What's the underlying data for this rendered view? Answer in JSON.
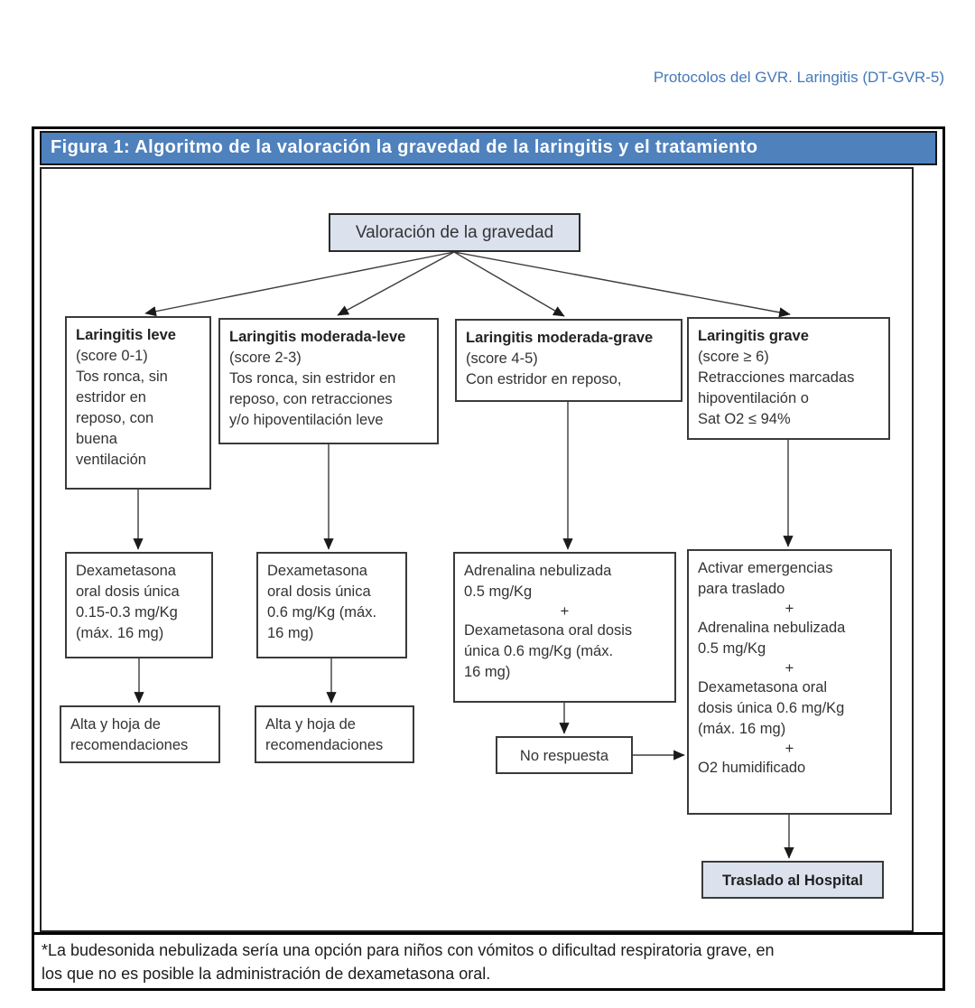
{
  "colors": {
    "title_bar_bg": "#4f81bd",
    "header_text_blue": "#4579b8",
    "highlight_box_fill": "#dbe2ee"
  },
  "page_header": "Protocolos del GVR. Laringitis (DT-GVR-5)",
  "figure": {
    "title": "Figura 1: Algoritmo de la valoración la gravedad de la laringitis y el tratamiento",
    "footnote": "*La budesonida nebulizada sería una opción para niños con vómitos o dificultad respiratoria grave, en\nlos que no es posible la administración de dexametasona oral."
  },
  "flowchart": {
    "root_label": "Valoración de la gravedad",
    "severity_boxes": [
      {
        "title": "Laringitis leve",
        "score": "(score 0-1)",
        "description": "Tos ronca, sin\nestridor en\nreposo, con\nbuena\nventilación"
      },
      {
        "title": "Laringitis moderada-leve",
        "score": "(score 2-3)",
        "description": "Tos ronca, sin estridor en\nreposo, con retracciones\ny/o hipoventilación leve"
      },
      {
        "title": "Laringitis moderada-grave",
        "score": "(score 4-5)",
        "description": "Con estridor en reposo,"
      },
      {
        "title": "Laringitis grave",
        "score": "(score ≥ 6)",
        "description": "Retracciones marcadas\nhipoventilación o\nSat O2 ≤ 94%"
      }
    ],
    "treatment_boxes": [
      {
        "text": "Dexametasona\noral dosis única\n0.15-0.3 mg/Kg\n(máx. 16 mg)"
      },
      {
        "text": "Dexametasona\noral dosis única\n0.6 mg/Kg (máx.\n16 mg)"
      },
      {
        "lines": [
          "Adrenalina nebulizada\n0.5 mg/Kg",
          "+",
          "Dexametasona oral dosis\núnica 0.6 mg/Kg (máx.\n16 mg)"
        ]
      },
      {
        "lines": [
          "Activar emergencias\npara traslado",
          "+",
          "Adrenalina nebulizada\n0.5 mg/Kg",
          "+",
          "Dexametasona oral\ndosis única 0.6 mg/Kg\n(máx. 16 mg)",
          "+",
          "O2 humidificado"
        ]
      }
    ],
    "outcome_boxes": {
      "alta_1": "Alta y hoja de\nrecomendaciones",
      "alta_2": "Alta y hoja de\nrecomendaciones",
      "no_respuesta": "No respuesta",
      "traslado": "Traslado al Hospital"
    }
  }
}
